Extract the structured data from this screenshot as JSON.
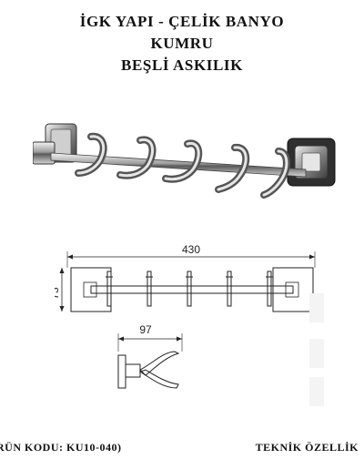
{
  "header": {
    "line1": "İGK YAPI - ÇELİK BANYO",
    "line2": "KUMRU",
    "line3": "BEŞLİ ASKILIK"
  },
  "drawing": {
    "width_value": "430",
    "height_value": "73",
    "depth_value": "97"
  },
  "footer": {
    "product_code": "RÜN KODU: KU10-040)",
    "spec_label": "TEKNİK ÖZELLİK"
  },
  "colors": {
    "chrome_dark": "#4a4a4a",
    "chrome_mid": "#9a9a9a",
    "chrome_light": "#e8e8e8",
    "line": "#222222"
  }
}
